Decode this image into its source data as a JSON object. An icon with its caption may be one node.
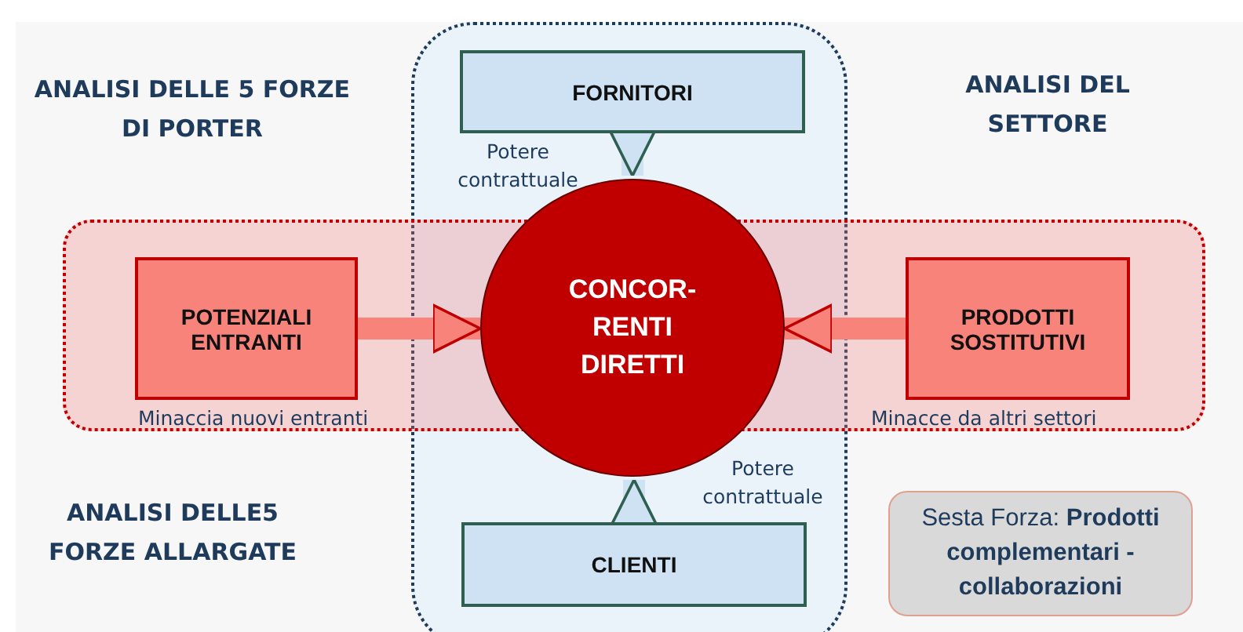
{
  "diagram": {
    "nodes": [
      {
        "text": [
          "FORNITORI"
        ],
        "beside": [
          "Potere contrattuale"
        ]
      },
      {
        "text": [
          "POTENZIALI ENTRANTI"
        ],
        "beside": [
          "Minaccia nuovi entranti"
        ]
      },
      {
        "text": [
          "CONCOR- RENTI DIRETTI"
        ]
      },
      {
        "text": [
          "PRODOTTI SOSTITUTIVI"
        ],
        "beside": [
          "Minacce da altri settori"
        ]
      },
      {
        "text": [
          "CLIENTI"
        ]
      },
      {
        "text": [
          "Sesta Forza: **Prodotti complementari - collaborazioni**"
        ]
      }
    ],
    "edges": [
      {
        "from": 0,
        "to": 2,
        "arrow": "to",
        "color": "#cfe2f3"
      },
      {
        "from": 1,
        "to": 2,
        "arrow": "to",
        "color": "#f8837b"
      },
      {
        "from": 3,
        "to": 2,
        "arrow": "to",
        "color": "#f8837b"
      },
      {
        "from": 4,
        "to": 2,
        "arrow": "to",
        "color": "#cfe2f3"
      }
    ],
    "labels": [
      "ANALISI DELLE 5 FORZE DI PORTER",
      "ANALISI DEL SETTORE",
      "Potere contrattuale",
      "ANALISI DELLE5 FORZE ALLARGATE"
    ]
  }
}
